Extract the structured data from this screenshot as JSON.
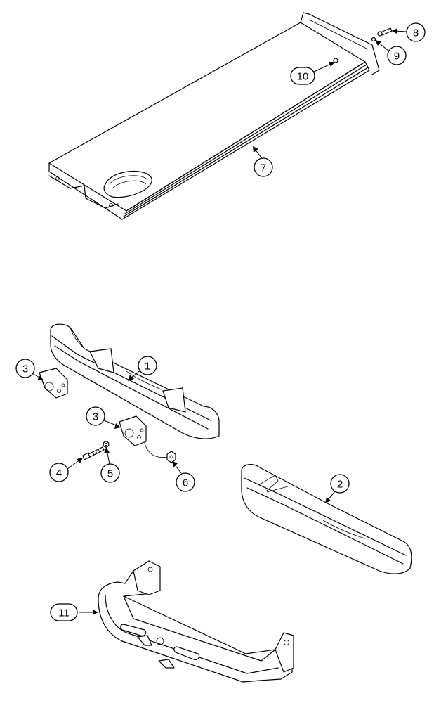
{
  "callouts": {
    "c1": "1",
    "c2": "2",
    "c3a": "3",
    "c3b": "3",
    "c4": "4",
    "c5": "5",
    "c6": "6",
    "c7": "7",
    "c8": "8",
    "c9": "9",
    "c10": "10",
    "c11": "11"
  },
  "colors": {
    "line": "#000000",
    "background": "#ffffff"
  }
}
